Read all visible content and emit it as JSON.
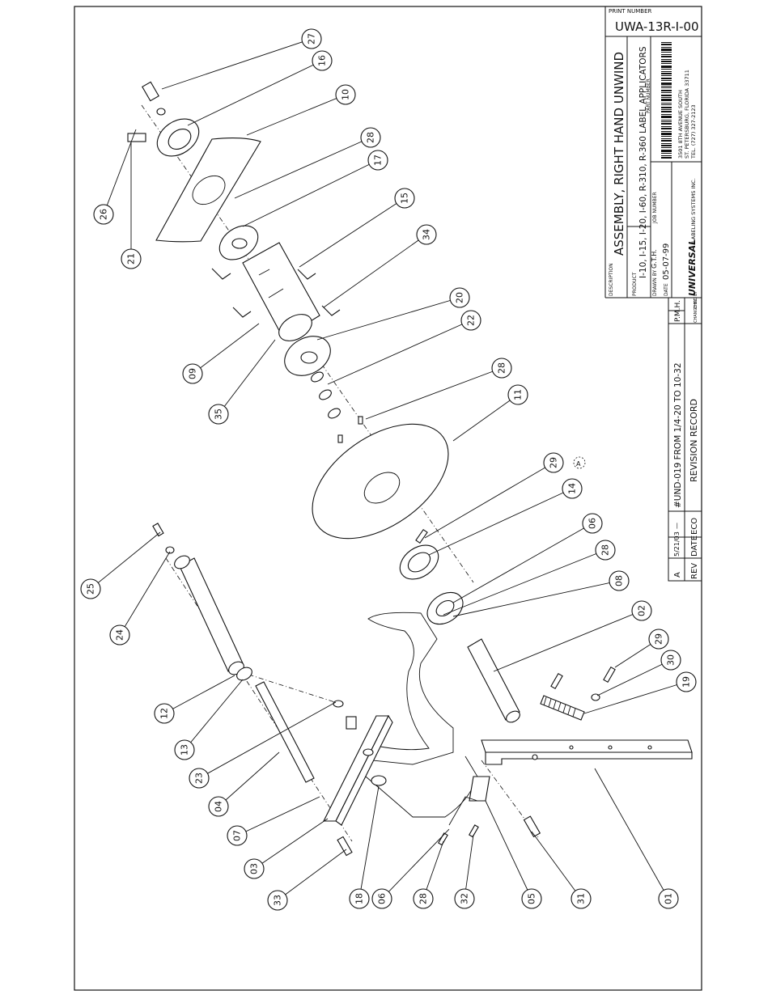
{
  "drawing": {
    "print_number_label": "PRINT NUMBER",
    "print_number": "UWA-13R-I-00",
    "description_label": "DESCRIPTION",
    "description": "ASSEMBLY, RIGHT HAND UNWIND",
    "product_label": "PRODUCT",
    "product": "I-10, I-15, I-20, I-60, R-310, R-360 LABEL APPLICATORS",
    "part_number_label": "PART NUMBER",
    "drawn_by_label": "DRAWN BY",
    "drawn_by": "G.T.H.",
    "job_number_label": "JOB NUMBER",
    "date_label": "DATE",
    "date": "05-07-99",
    "company_logo": "UNIVERSAL",
    "company_name": "LABELING SYSTEMS INC.",
    "address_line1": "3501 8TH AVENUE SOUTH",
    "address_line2": "ST. PETERSBURG, FLORIDA 33711",
    "phone": "TEL. (727) 327-2123"
  },
  "revisions": {
    "title": "REVISION RECORD",
    "headers": {
      "rev": "REV",
      "date": "DATE",
      "eco": "ECO",
      "change": "CHANGE",
      "change_by": "CHANGE BY",
      "chkd_by": "CHKD BY"
    },
    "rows": [
      {
        "rev": "A",
        "date": "5/21/03",
        "eco": "—",
        "change": "#UND-019 FROM 1/4-20 TO 10-32",
        "change_by": "P.M.H.",
        "chkd_by": ""
      }
    ]
  },
  "callouts": [
    "27",
    "16",
    "10",
    "28",
    "17",
    "26",
    "21",
    "15",
    "34",
    "20",
    "22",
    "28",
    "11",
    "09",
    "35",
    "29",
    "14",
    "06",
    "28",
    "08",
    "02",
    "25",
    "24",
    "29",
    "30",
    "19",
    "12",
    "13",
    "23",
    "04",
    "07",
    "03",
    "33",
    "18",
    "06",
    "28",
    "32",
    "05",
    "31",
    "01"
  ],
  "detail_marker": "A"
}
